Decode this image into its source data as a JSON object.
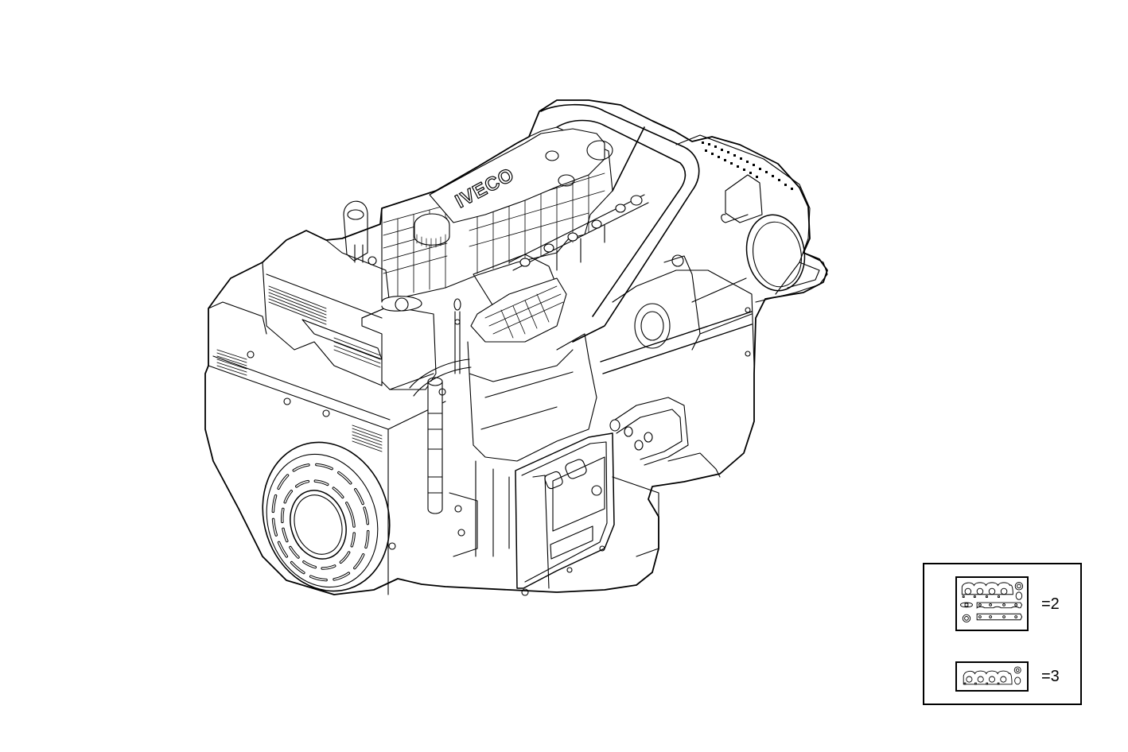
{
  "diagram": {
    "type": "exploded parts illustration (isometric line drawing)",
    "subject": "engine assembly",
    "brand_marking": "IVECO",
    "line_color": "#000000",
    "background_color": "#ffffff"
  },
  "legend": {
    "items": [
      {
        "icon": "gasket-kit-full-icon",
        "description": "full gasket set (head gasket, manifold gaskets, seals)",
        "quantity_label": "=2"
      },
      {
        "icon": "gasket-kit-head-icon",
        "description": "cylinder head gasket with seals",
        "quantity_label": "=3"
      }
    ]
  }
}
